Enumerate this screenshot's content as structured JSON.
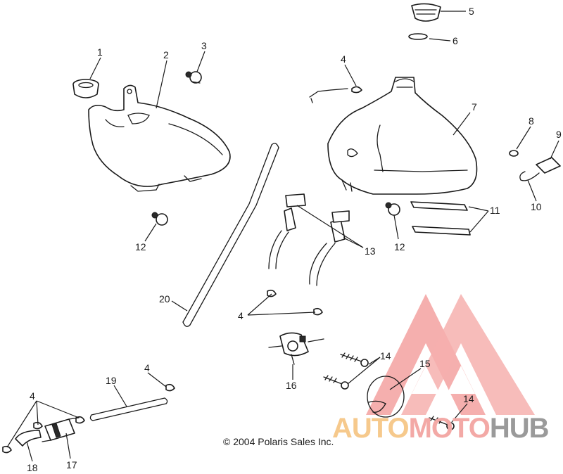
{
  "callouts": {
    "c1": "1",
    "c2": "2",
    "c3": "3",
    "c4a": "4",
    "c5": "5",
    "c6": "6",
    "c7": "7",
    "c8": "8",
    "c9": "9",
    "c10": "10",
    "c11": "11",
    "c12a": "12",
    "c12b": "12",
    "c13": "13",
    "c20": "20",
    "c4b": "4",
    "c14a": "14",
    "c15": "15",
    "c16": "16",
    "c4c": "4",
    "c19": "19",
    "c4d": "4",
    "c14b": "14",
    "c18": "18",
    "c17": "17"
  },
  "copyright": "© 2004 Polaris Sales Inc.",
  "watermark": {
    "part1": "AUTO",
    "part2": "MOTO",
    "part3": "HUB",
    "colors": {
      "logo": "#f4a2a0",
      "auto": "#f6c98c",
      "moto": "#f3a9a6",
      "hub": "#9a9a9a"
    }
  }
}
